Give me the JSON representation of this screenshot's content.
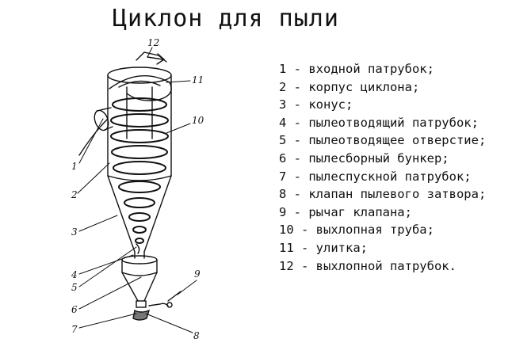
{
  "title": "Циклон для пыли",
  "callouts": [
    "1",
    "2",
    "3",
    "4",
    "5",
    "6",
    "7",
    "8",
    "9",
    "10",
    "11",
    "12"
  ],
  "legend": [
    "1 - входной патрубок;",
    "2 - корпус циклона;",
    "3 - конус;",
    "4 - пылеотводящий патрубок;",
    "5 - пылеотводящее отверстие;",
    "6 - пылесборный бункер;",
    "7 - пылеспускной патрубок;",
    "8 - клапан пылевого затвора;",
    "9 - рычаг клапана;",
    "10 - выхлопная труба;",
    "11 - улитка;",
    "12 - выхлопной патрубок."
  ]
}
